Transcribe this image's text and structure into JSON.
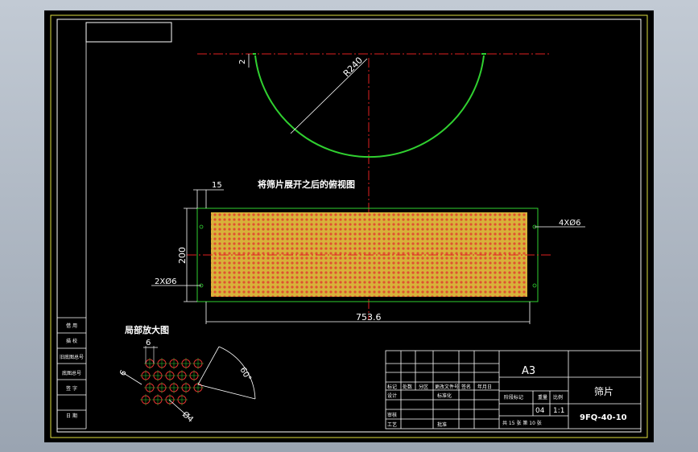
{
  "semicircle": {
    "radius_label": "R240",
    "gap_label": "2"
  },
  "flat_view": {
    "title": "将筛片展开之后的俯视图",
    "margin_label": "15",
    "height_label": "200",
    "holes_right_label": "4XØ6",
    "holes_left_label": "2XØ6",
    "length_label": "753.6",
    "fill_color": "#d8b23a",
    "dot_color": "#e05030"
  },
  "detail": {
    "title": "局部放大图",
    "pitch_h": "6",
    "pitch_v": "6",
    "angle_label": "60°",
    "hole_label": "Ø4",
    "hole_color": "#e03030",
    "line_color": "#30d030"
  },
  "side_strip": [
    "借 用",
    "描 校",
    "旧底图总号",
    "底图总号",
    "签 字",
    "日 期"
  ],
  "title_block": {
    "sheet_size": "A3",
    "part_name": "筛片",
    "drawing_number": "9FQ-40-10",
    "row_headers": [
      "标记",
      "处数",
      "分区",
      "更改文件号",
      "签名",
      "年月日"
    ],
    "design_label": "设计",
    "standard_label": "标准化",
    "review_label": "审核",
    "process_label": "工艺",
    "approve_label": "批准",
    "stage_label": "阶段标记",
    "weight_label": "重量",
    "scale_label": "比例",
    "weight_value": "04",
    "scale_value": "1:1",
    "sheets_text": "共 15 张   第 10 张"
  },
  "colors": {
    "background": "#000000",
    "border": "#ffffff",
    "frame": "#e0e040",
    "centerline": "#e02020",
    "arc": "#30d030"
  }
}
